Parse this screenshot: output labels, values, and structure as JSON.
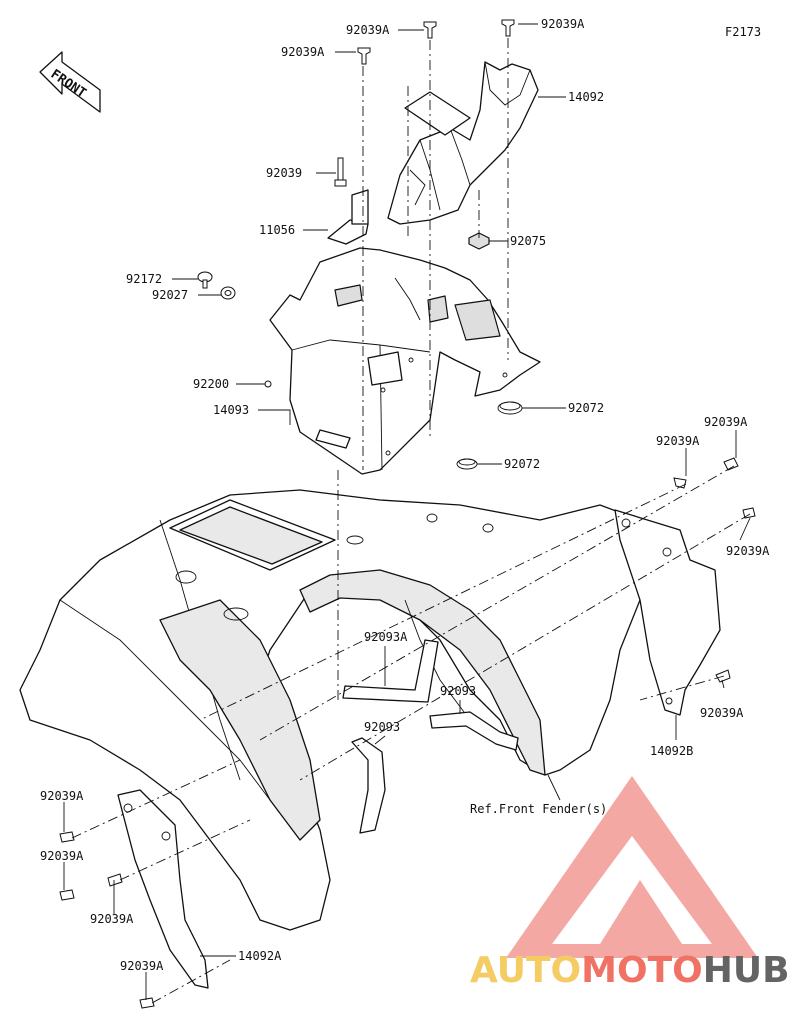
{
  "figure_code": "F2173",
  "direction_label": "FRONT",
  "reference_note": "Ref.Front Fender(s)",
  "watermark": {
    "part1": "AUTO",
    "part2": "MOTO",
    "part3": "HUB",
    "color_auto": "#f4c24a",
    "color_moto": "#ee5a4a",
    "color_hub": "#4a4a4a",
    "color_triangle": "#f29a94"
  },
  "callouts": [
    {
      "key": "c1",
      "part": "92039A"
    },
    {
      "key": "c2",
      "part": "92039A"
    },
    {
      "key": "c3",
      "part": "92039A"
    },
    {
      "key": "c4",
      "part": "14092"
    },
    {
      "key": "c5",
      "part": "92039"
    },
    {
      "key": "c6",
      "part": "11056"
    },
    {
      "key": "c7",
      "part": "92075"
    },
    {
      "key": "c8",
      "part": "92172"
    },
    {
      "key": "c9",
      "part": "92027"
    },
    {
      "key": "c10",
      "part": "92200"
    },
    {
      "key": "c11",
      "part": "14093"
    },
    {
      "key": "c12",
      "part": "92072"
    },
    {
      "key": "c13",
      "part": "92072"
    },
    {
      "key": "c14",
      "part": "92039A"
    },
    {
      "key": "c15",
      "part": "92039A"
    },
    {
      "key": "c16",
      "part": "92039A"
    },
    {
      "key": "c17",
      "part": "92093A"
    },
    {
      "key": "c18",
      "part": "92093"
    },
    {
      "key": "c19",
      "part": "92093"
    },
    {
      "key": "c20",
      "part": "92039A"
    },
    {
      "key": "c21",
      "part": "14092B"
    },
    {
      "key": "c22",
      "part": "92039A"
    },
    {
      "key": "c23",
      "part": "92039A"
    },
    {
      "key": "c24",
      "part": "92039A"
    },
    {
      "key": "c25",
      "part": "92039A"
    },
    {
      "key": "c26",
      "part": "14092A"
    }
  ]
}
